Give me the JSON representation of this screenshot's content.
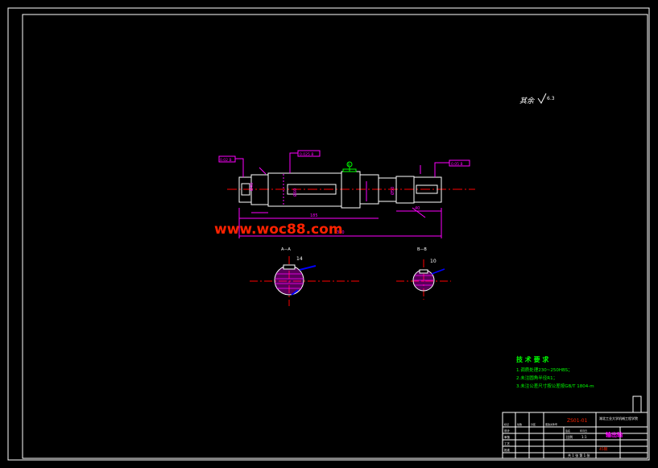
{
  "drawing": {
    "background": "#000000",
    "frame_color": "#ffffff",
    "dimension_color": "#ff00ff",
    "centerline_color": "#ff0000",
    "note_color": "#00ff00",
    "watermark_color": "#ff2200",
    "section_fill_color": "#ff00ff"
  },
  "top_note": "其余",
  "roughness_note": "6.3",
  "watermark": "www.woc88.com",
  "shaft_dimensions": {
    "tol_left": "0.02 B",
    "tol_mid": "0.025 B",
    "tol_right": "0.05 B",
    "datum_label": "B",
    "len_overall": "370",
    "len_mid": "185",
    "len_right": "40",
    "dia_left": "Ø40",
    "dia_mid": "Ø60",
    "dia_right": "Ø50"
  },
  "sections": {
    "left_label": "A—A",
    "right_label": "B—B",
    "left_dim": "14",
    "right_dim": "10"
  },
  "tech_req": {
    "title": "技 术 要 求",
    "items": [
      "1.调质处理230~250HBS；",
      "2.未注圆角半径R1；",
      "3.未注公差尺寸按公差按GB/T 1804-m"
    ]
  },
  "title_block": {
    "drawing_no": "ZS01-01",
    "school": "湖北工业大学机械工程学院",
    "part_name": "输出轴",
    "material": "45钢",
    "scale_label": "比例",
    "scale": "1:1",
    "sheet": "共 1 张  第 1 张",
    "rows": [
      "设计",
      "审核",
      "工艺",
      "批准"
    ],
    "cols": [
      "标记",
      "处数",
      "分区",
      "更改文件号",
      "签名",
      "年月日"
    ]
  }
}
